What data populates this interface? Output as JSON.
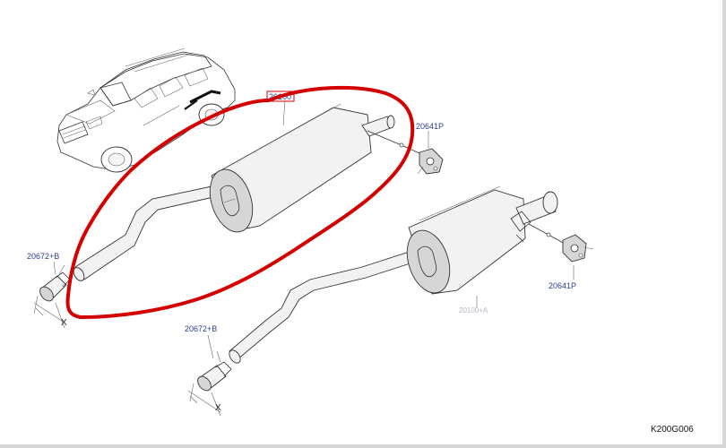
{
  "diagram": {
    "part_labels": {
      "upper_muffler_tag": "20100",
      "hanger_upper": "20641P",
      "hanger_lower": "20641P",
      "clamp_left": "20672+B",
      "clamp_bottom": "20672+B",
      "lower_muffler_tag": "20100+A",
      "dim_left": "X",
      "dim_bottom": "X"
    },
    "figure_code": "K200G006",
    "colors": {
      "highlight": "#d40000",
      "label_blue": "#2b3f8f",
      "line": "#333333"
    }
  }
}
